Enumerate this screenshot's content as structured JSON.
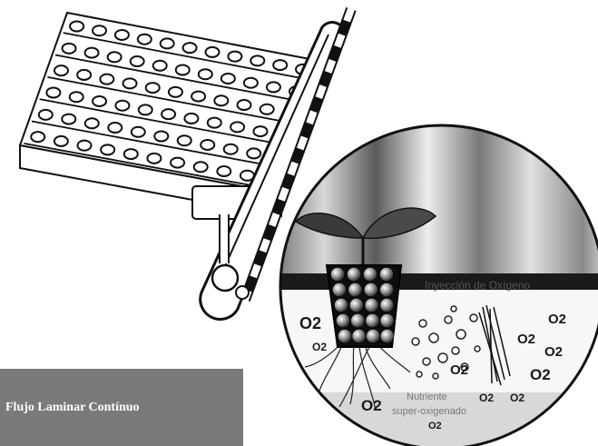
{
  "diagram": {
    "caption": "Flujo Laminar Contínuo",
    "labels": {
      "oxygen_injection": "Inyección de Oxígeno",
      "nutrient_line1": "Nutriente",
      "nutrient_line2": "super-oxigenado",
      "o2": "O2"
    }
  }
}
